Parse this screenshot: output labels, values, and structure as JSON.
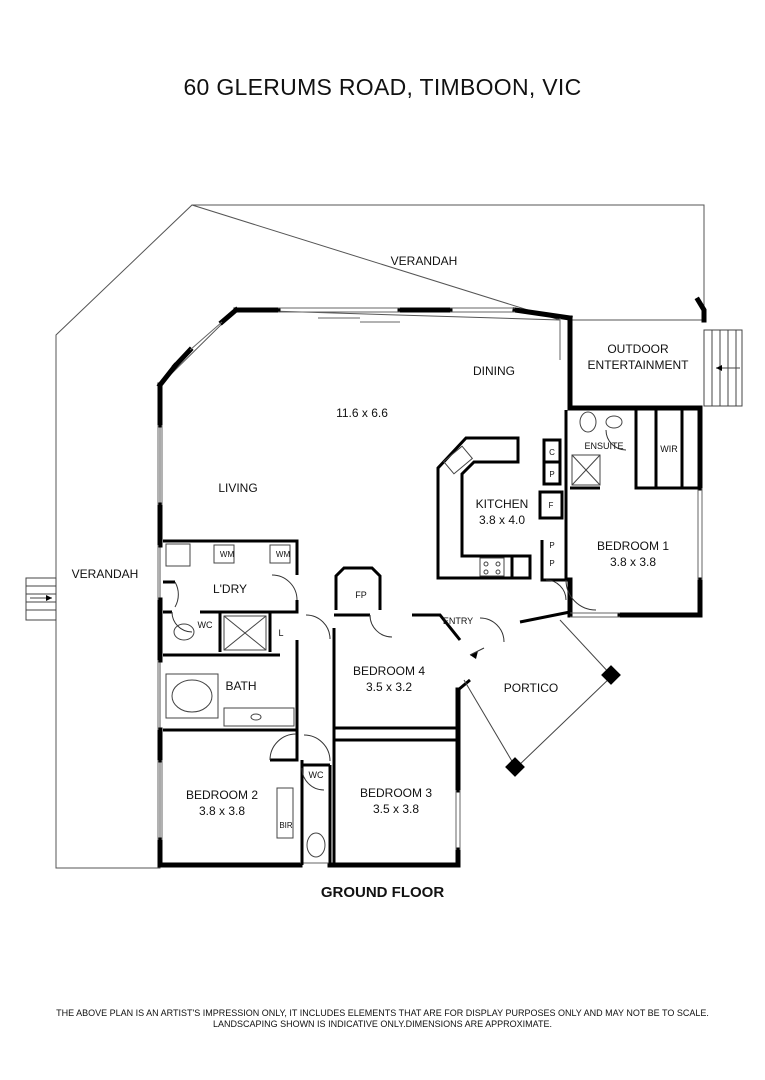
{
  "header": {
    "title": "60 GLERUMS ROAD, TIMBOON, VIC"
  },
  "rooms": {
    "verandah_top": "VERANDAH",
    "verandah_left": "VERANDAH",
    "outdoor_line1": "OUTDOOR",
    "outdoor_line2": "ENTERTAINMENT",
    "dining": "DINING",
    "living_dim": "11.6 x 6.6",
    "living": "LIVING",
    "kitchen": "KITCHEN",
    "kitchen_dim": "3.8 x 4.0",
    "ensuite": "ENSUITE",
    "wir": "WIR",
    "bedroom1": "BEDROOM 1",
    "bedroom1_dim": "3.8 x 3.8",
    "laundry": "L'DRY",
    "wm1": "WM",
    "wm2": "WM",
    "wc1": "WC",
    "linen": "L",
    "fp": "FP",
    "entry": "ENTRY",
    "bath": "BATH",
    "bedroom4": "BEDROOM 4",
    "bedroom4_dim": "3.5 x 3.2",
    "portico": "PORTICO",
    "bedroom2": "BEDROOM 2",
    "bedroom2_dim": "3.8 x 3.8",
    "bir": "BIR",
    "wc2": "WC",
    "bedroom3": "BEDROOM 3",
    "bedroom3_dim": "3.5 x 3.8",
    "c": "C",
    "p1": "P",
    "f": "F",
    "p2": "P",
    "p3": "P"
  },
  "footer": {
    "floor_label": "GROUND FLOOR",
    "disclaimer_line1": "THE ABOVE PLAN IS AN ARTIST'S IMPRESSION ONLY, IT INCLUDES ELEMENTS THAT ARE FOR DISPLAY PURPOSES ONLY AND MAY NOT BE TO SCALE.",
    "disclaimer_line2": "LANDSCAPING SHOWN IS INDICATIVE ONLY.DIMENSIONS ARE APPROXIMATE."
  }
}
